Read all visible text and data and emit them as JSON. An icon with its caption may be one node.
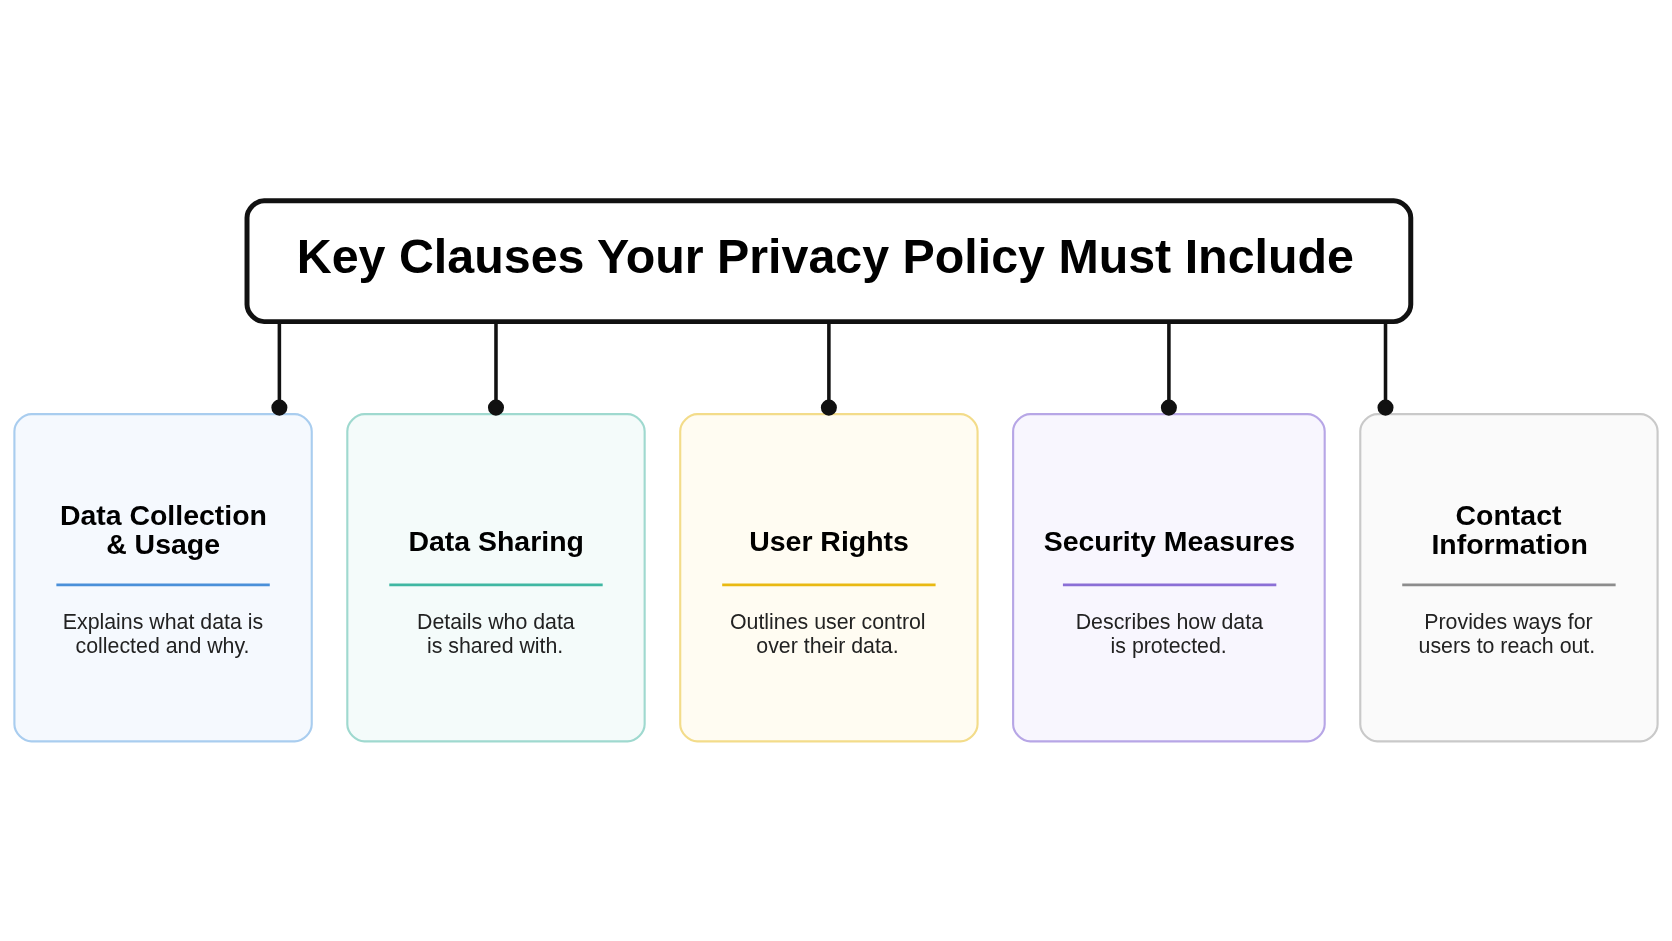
{
  "diagram": {
    "nodes": [
      {
        "text": [
          "Key Clauses Your Privacy Policy Must Include"
        ]
      },
      {
        "text": [
          "Data Collection & Usage",
          "Explains what data is collected and why."
        ]
      },
      {
        "text": [
          "Data Sharing",
          "Details who data is shared with."
        ]
      },
      {
        "text": [
          "User Rights",
          "Outlines user control over their data."
        ]
      },
      {
        "text": [
          "Security Measures",
          "Describes how data is protected."
        ]
      },
      {
        "text": [
          "Contact Information",
          "Provides ways for users to reach out."
        ]
      }
    ],
    "edges": [
      {
        "from": 0,
        "to": 1,
        "arrow": "other"
      },
      {
        "from": 0,
        "to": 2,
        "arrow": "other"
      },
      {
        "from": 0,
        "to": 3,
        "arrow": "other"
      },
      {
        "from": 0,
        "to": 4,
        "arrow": "other"
      },
      {
        "from": 0,
        "to": 5,
        "arrow": "other"
      }
    ]
  }
}
